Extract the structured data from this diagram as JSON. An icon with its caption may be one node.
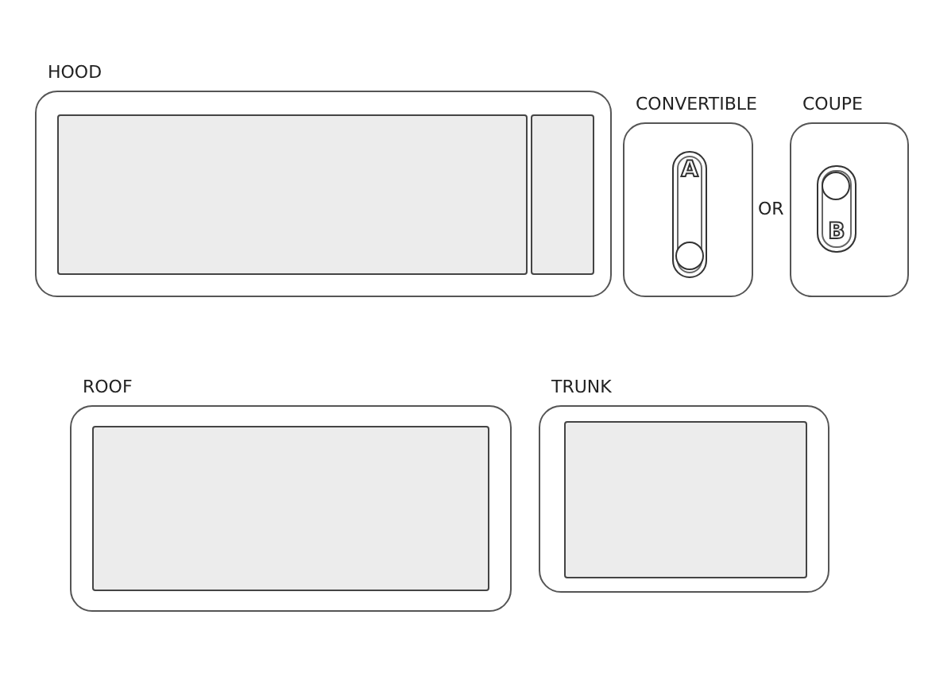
{
  "diagram": {
    "nodes": [
      {
        "text": [
          "HOOD"
        ]
      },
      {
        "text": [],
        "shape": "box",
        "in": 0
      },
      {
        "text": [],
        "shape": "box",
        "in": 0
      },
      {
        "text": [
          "CONVERTIBLE"
        ]
      },
      {
        "text": [
          "A"
        ],
        "in": 3
      },
      {
        "text": [
          "COUPE"
        ]
      },
      {
        "text": [
          "B"
        ],
        "in": 5
      },
      {
        "text": [
          "ROOF"
        ]
      },
      {
        "text": [],
        "shape": "box",
        "in": 7
      },
      {
        "text": [
          "TRUNK"
        ]
      },
      {
        "text": [],
        "shape": "box",
        "in": 9
      }
    ],
    "labels": [
      "OR"
    ]
  }
}
